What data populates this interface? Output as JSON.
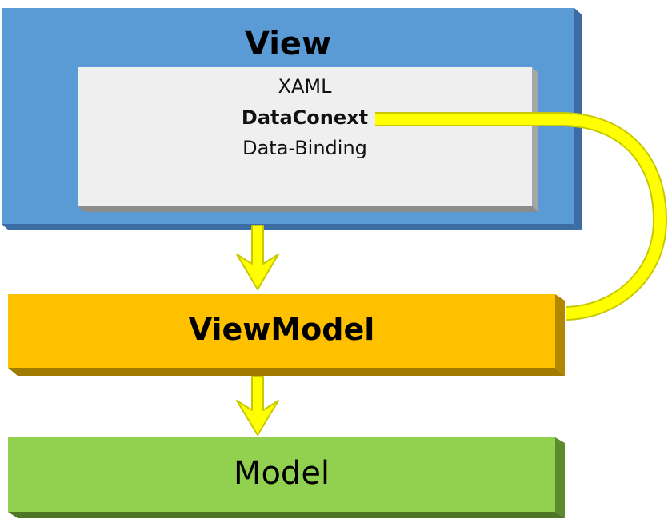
{
  "view": {
    "title": "View",
    "panel": {
      "lines": [
        "XAML",
        "DataConext",
        "Data-Binding"
      ]
    }
  },
  "viewmodel": {
    "title": "ViewModel"
  },
  "model": {
    "title": "Model"
  },
  "colors": {
    "view": "#5b9bd5",
    "view_shadow": "#3b6da4",
    "panel": "#efefef",
    "panel_shadow": "#a6a6a6",
    "viewmodel": "#ffc000",
    "viewmodel_shadow": "#b38600",
    "model": "#92d050",
    "model_shadow": "#5e8a2e",
    "arrow_fill": "#ffff00",
    "arrow_stroke": "#c8c800"
  }
}
